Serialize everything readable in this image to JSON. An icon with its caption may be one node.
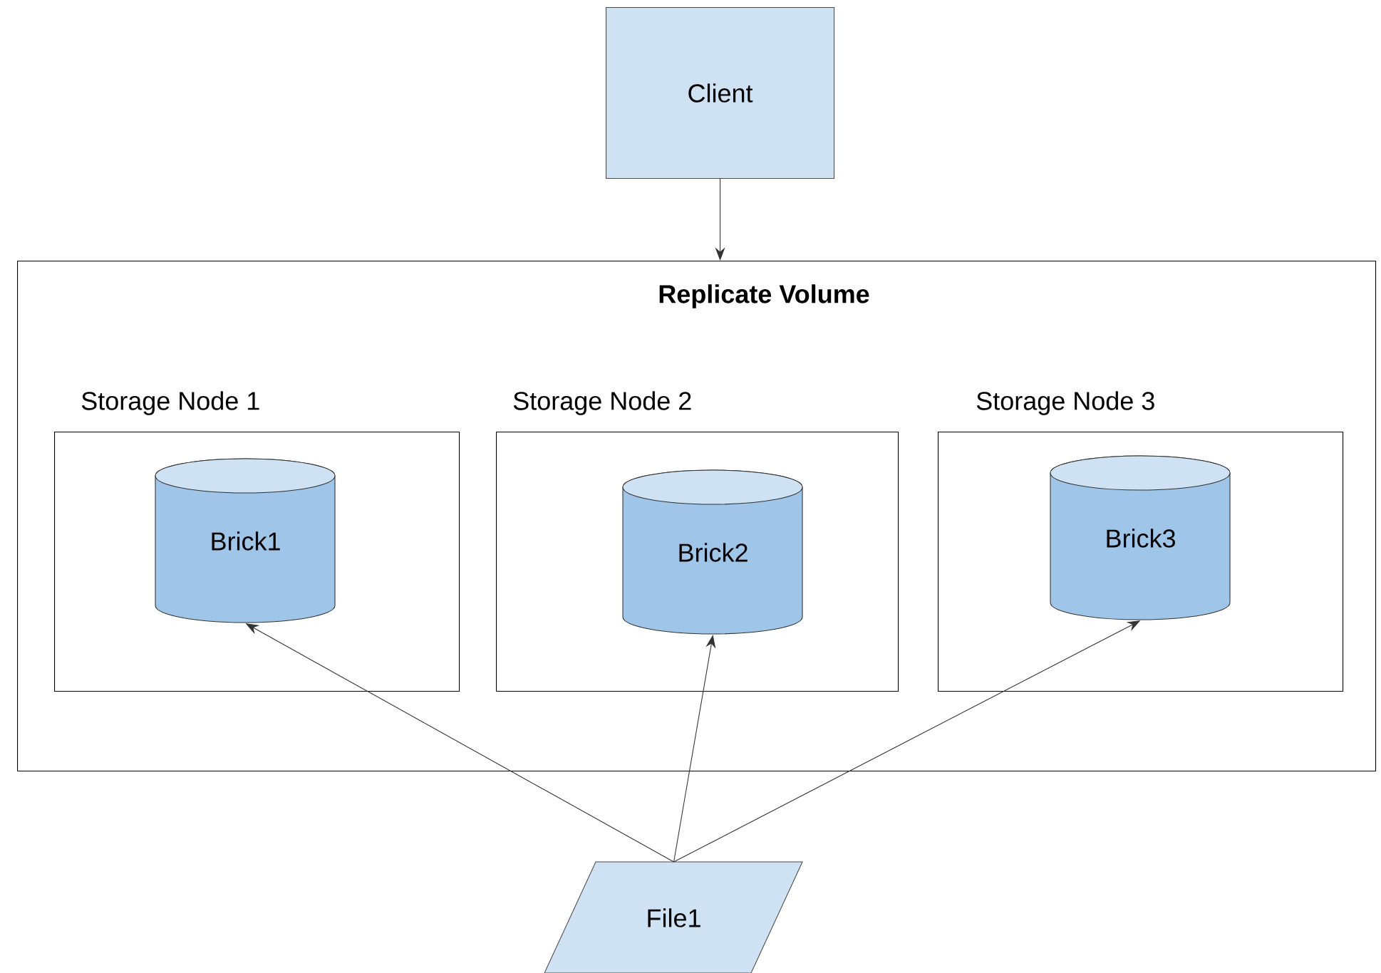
{
  "diagram": {
    "nodes": [
      {
        "text": [
          "Client"
        ]
      },
      {
        "text": [
          "Replicate  Volume"
        ]
      },
      {
        "text": [
          "Storage Node 1"
        ],
        "in": 1
      },
      {
        "text": [
          "Brick1"
        ],
        "in": 2
      },
      {
        "text": [
          "Storage Node 2"
        ],
        "in": 1
      },
      {
        "text": [
          "Brick2"
        ],
        "in": 4
      },
      {
        "text": [
          "Storage Node 3"
        ],
        "in": 1
      },
      {
        "text": [
          "Brick3"
        ],
        "in": 6
      },
      {
        "text": [
          "File1"
        ]
      }
    ],
    "edges": [
      {
        "from": 0,
        "to": 1,
        "arrow": "to"
      },
      {
        "from": 8,
        "to": 3,
        "arrow": "to"
      },
      {
        "from": 8,
        "to": 5,
        "arrow": "to"
      },
      {
        "from": 8,
        "to": 7,
        "arrow": "to"
      }
    ]
  }
}
